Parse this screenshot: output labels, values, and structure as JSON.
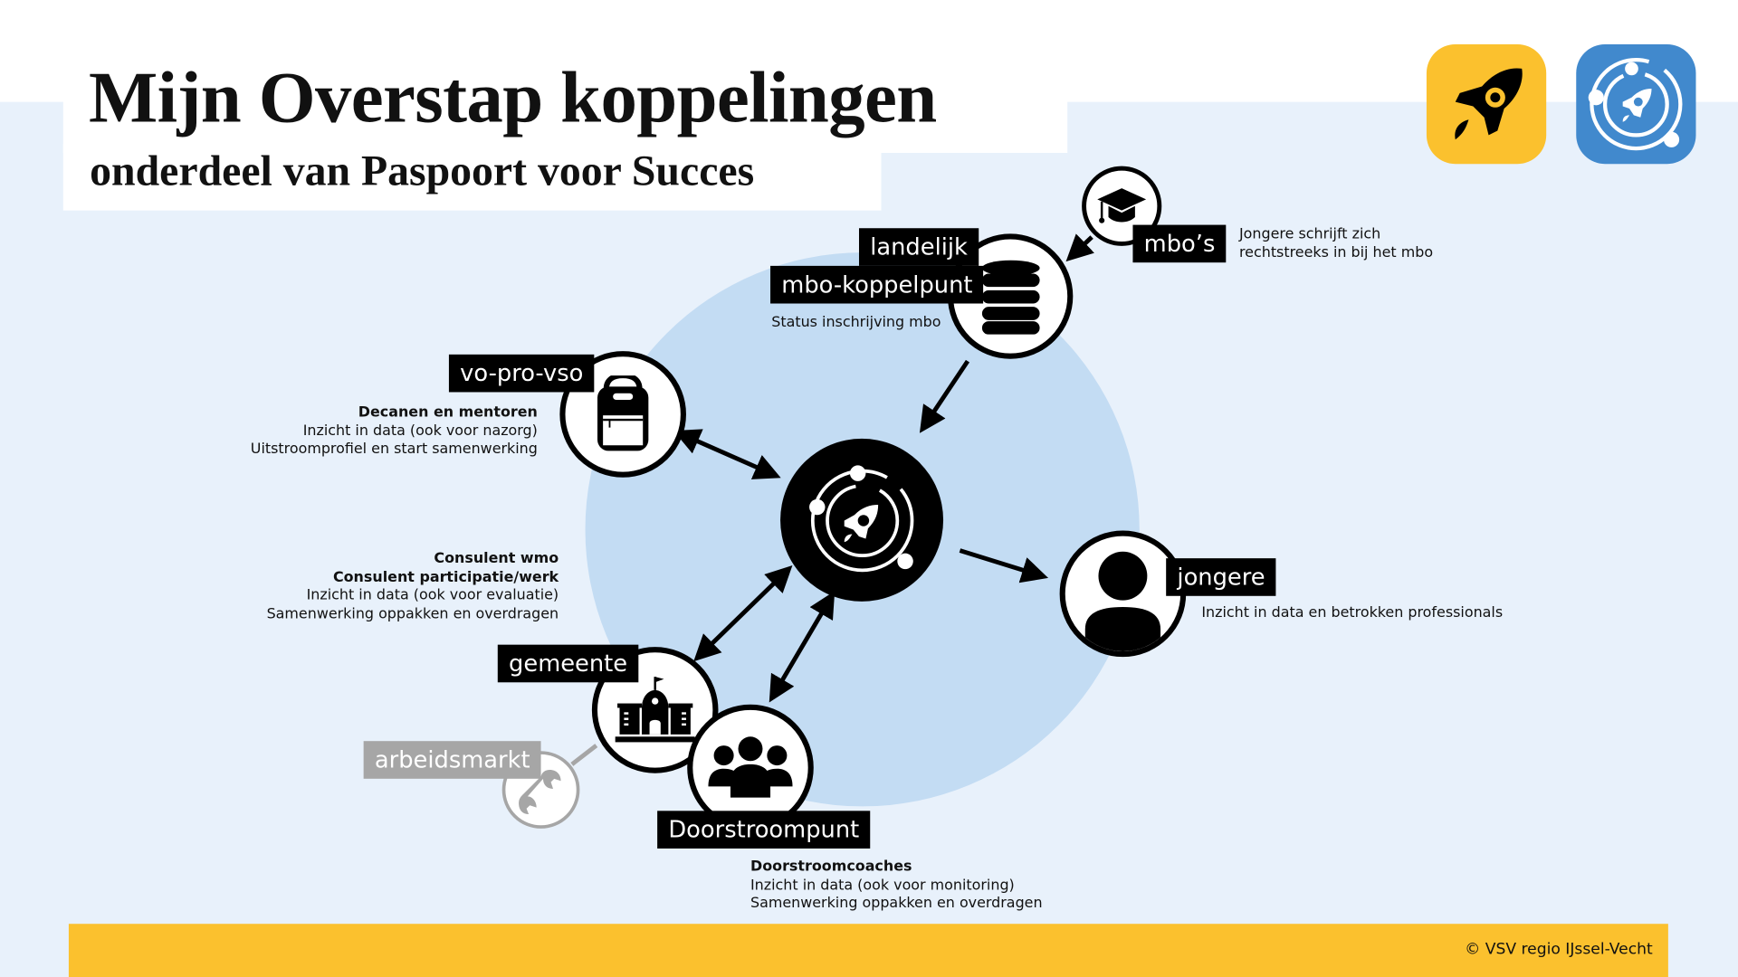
{
  "header": {
    "title": "Mijn Overstap koppelingen",
    "subtitle": "onderdeel van Paspoort voor Succes"
  },
  "logos": [
    {
      "name": "rocket-logo",
      "background": "#fbc12e"
    },
    {
      "name": "orbit-rocket-logo",
      "background": "#4189cd"
    }
  ],
  "colors": {
    "background_light": "#e8f1fb",
    "circle_blue": "#c3dcf3",
    "accent_yellow": "#fbc12e",
    "label_black": "#000000",
    "inactive_gray": "#a6a6a6"
  },
  "hub": {
    "icon": "orbit-rocket-icon"
  },
  "nodes": {
    "mbos": {
      "label": "mbo’s",
      "icon": "graduation-cap-icon",
      "description": [
        "Jongere schrijft zich",
        "rechtstreeks in bij het mbo"
      ]
    },
    "koppelpunt": {
      "label_line1": "landelijk",
      "label_line2": "mbo-koppelpunt",
      "icon": "database-icon",
      "description": "Status inschrijving mbo"
    },
    "vo": {
      "label": "vo-pro-vso",
      "icon": "backpack-icon",
      "description_title": "Decanen en mentoren",
      "description": [
        "Inzicht in data (ook voor nazorg)",
        "Uitstroomprofiel en start samenwerking"
      ]
    },
    "jongere": {
      "label": "jongere",
      "icon": "person-icon",
      "description": "Inzicht in data en betrokken professionals"
    },
    "gemeente": {
      "label": "gemeente",
      "icon": "town-hall-icon",
      "description_titles": [
        "Consulent wmo",
        "Consulent participatie/werk"
      ],
      "description": [
        "Inzicht in data (ook  voor evaluatie)",
        "Samenwerking oppakken en overdragen"
      ]
    },
    "arbeidsmarkt": {
      "label": "arbeidsmarkt",
      "icon": "wrench-icon"
    },
    "doorstroompunt": {
      "label": "Doorstroompunt",
      "icon": "group-icon",
      "description_title": "Doorstroomcoaches",
      "description": [
        "Inzicht in data (ook voor monitoring)",
        "Samenwerking oppakken en overdragen"
      ]
    }
  },
  "connections": [
    {
      "from": "mbos",
      "to": "koppelpunt",
      "type": "one-way"
    },
    {
      "from": "koppelpunt",
      "to": "hub",
      "type": "one-way"
    },
    {
      "from": "vo",
      "to": "hub",
      "type": "two-way"
    },
    {
      "from": "hub",
      "to": "jongere",
      "type": "one-way"
    },
    {
      "from": "hub",
      "to": "gemeente",
      "type": "two-way"
    },
    {
      "from": "hub",
      "to": "doorstroompunt",
      "type": "two-way"
    },
    {
      "from": "arbeidsmarkt",
      "to": "gemeente",
      "type": "inactive-line"
    }
  ],
  "footer": {
    "copyright": "© VSV regio IJssel-Vecht"
  }
}
